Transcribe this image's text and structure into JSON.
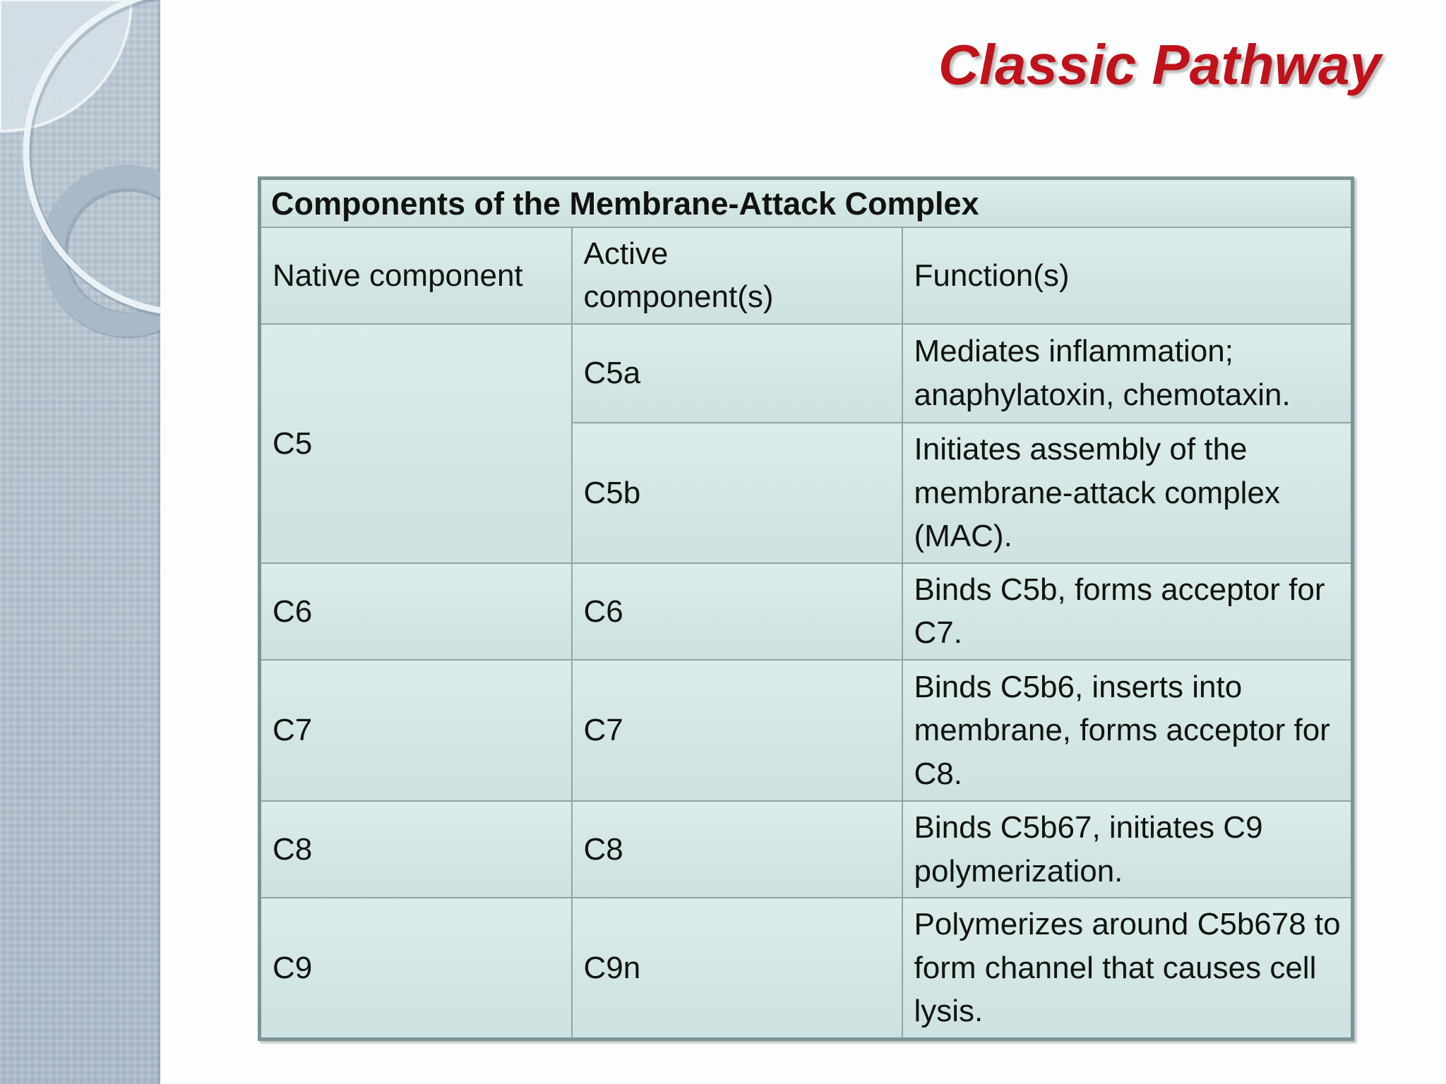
{
  "slide": {
    "title": "Classic Pathway"
  },
  "table": {
    "caption": "Components of the Membrane-Attack Complex",
    "headers": {
      "native": "Native component",
      "active": "Active component(s)",
      "function": "Function(s)"
    },
    "rows": [
      {
        "native": "C5",
        "active": "C5a",
        "function": "Mediates inflammation; anaphylatoxin, chemotaxin."
      },
      {
        "native": "",
        "active": "C5b",
        "function": "Initiates assembly of the membrane-attack complex (MAC)."
      },
      {
        "native": "C6",
        "active": "C6",
        "function": "Binds C5b, forms acceptor for C7."
      },
      {
        "native": "C7",
        "active": "C7",
        "function": "Binds C5b6, inserts into membrane, forms acceptor for C8."
      },
      {
        "native": "C8",
        "active": "C8",
        "function": "Binds C5b67, initiates C9 polymerization."
      },
      {
        "native": "C9",
        "active": "C9n",
        "function": "Polymerizes around C5b678 to form channel that causes cell lysis."
      }
    ]
  },
  "colors": {
    "title_red": "#bf121b",
    "cell_background": "#d5e8e6",
    "grid_border": "#8fa6a6",
    "outer_border": "#7b9495",
    "sidebar_base": "#b2c1ce",
    "page_background": "#fcfefd",
    "text": "#121212"
  }
}
